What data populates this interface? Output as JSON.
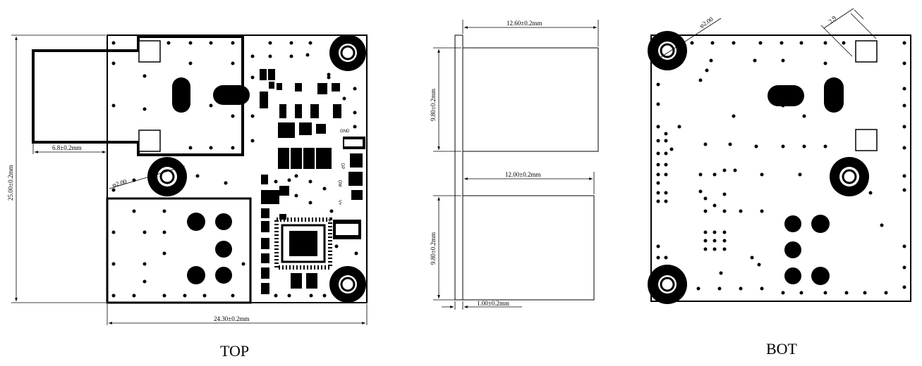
{
  "views": {
    "top": {
      "title": "TOP",
      "dim_height": "25.00±0.2mm",
      "dim_width": "24.30±0.2mm",
      "dim_connector": "6.8±0.2mm",
      "dim_hole": "φ2.00",
      "pin_labels": {
        "gnd": "GND",
        "dp": "DP",
        "dm": "DM",
        "vplus": "V+"
      }
    },
    "side": {
      "dim_top_width": "12.60±0.2mm",
      "dim_upper_height": "9.80±0.2mm",
      "dim_mid_width": "12.00±0.2mm",
      "dim_lower_height": "9.80±0.2mm",
      "dim_thickness": "1.00±0.2mm"
    },
    "bot": {
      "title": "BOT",
      "dim_hole": "φ2.00",
      "dim_offset": "2.9"
    }
  }
}
